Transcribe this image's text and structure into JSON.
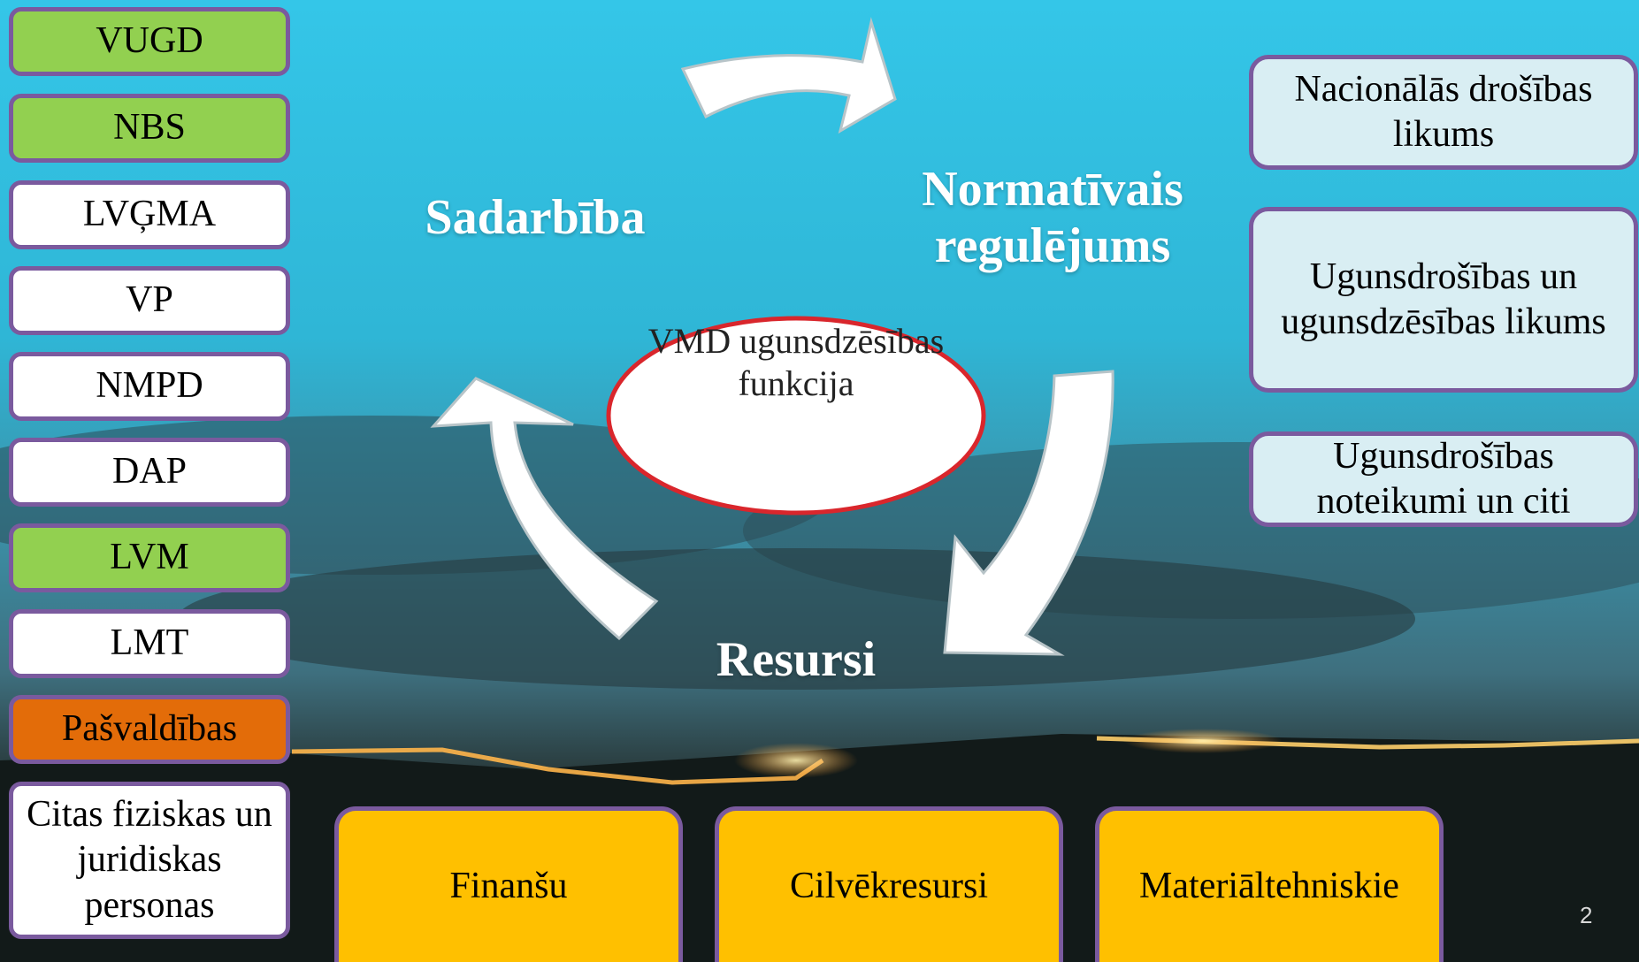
{
  "agencies": [
    {
      "label": "VUGD",
      "color": "#92d050"
    },
    {
      "label": "NBS",
      "color": "#92d050"
    },
    {
      "label": "LVĢMA",
      "color": "#ffffff"
    },
    {
      "label": "VP",
      "color": "#ffffff"
    },
    {
      "label": "NMPD",
      "color": "#ffffff"
    },
    {
      "label": "DAP",
      "color": "#ffffff"
    },
    {
      "label": "LVM",
      "color": "#92d050"
    },
    {
      "label": "LMT",
      "color": "#ffffff"
    },
    {
      "label": "Pašvaldības",
      "color": "#e36c09"
    },
    {
      "label": "Citas fiziskas un juridiskas personas",
      "color": "#ffffff"
    }
  ],
  "cycle": {
    "cooperation": "Sadarbība",
    "regulation": "Normatīvais regulējums",
    "resources": "Resursi",
    "center": "VMD ugunsdzēsības funkcija"
  },
  "laws": [
    "Nacionālās drošības likums",
    "Ugunsdrošības un ugunsdzēsības likums",
    "Ugunsdrošības noteikumi un citi"
  ],
  "resource_types": [
    "Finanšu",
    "Cilvēkresursi",
    "Materiāltehniskie"
  ],
  "slide_number": "2",
  "colors": {
    "accent_border": "#7a5a9e",
    "green": "#92d050",
    "orange": "#e36c09",
    "yellow": "#ffc000",
    "law_box": "#d9eef3",
    "ellipse_border": "#d9262c"
  }
}
